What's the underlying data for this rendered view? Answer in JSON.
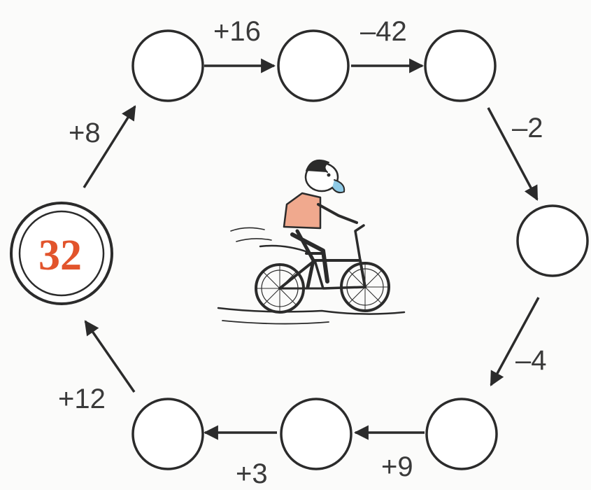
{
  "diagram": {
    "start_value": "32",
    "operations": [
      {
        "from": "start",
        "to": "node-1",
        "label": "+8"
      },
      {
        "from": "node-1",
        "to": "node-2",
        "label": "+16"
      },
      {
        "from": "node-2",
        "to": "node-3",
        "label": "–42"
      },
      {
        "from": "node-3",
        "to": "node-4",
        "label": "–2"
      },
      {
        "from": "node-4",
        "to": "node-5",
        "label": "–4"
      },
      {
        "from": "node-5",
        "to": "node-6",
        "label": "+9"
      },
      {
        "from": "node-6",
        "to": "node-7",
        "label": "+3"
      },
      {
        "from": "node-7",
        "to": "start",
        "label": "+12"
      }
    ],
    "empty_nodes": [
      "node-1",
      "node-2",
      "node-3",
      "node-4",
      "node-5",
      "node-6",
      "node-7"
    ],
    "colors": {
      "start_value": "#e2542c",
      "stroke": "#2b2b2b",
      "background": "#fbfbfa"
    },
    "illustration": "cyclist-icon"
  }
}
